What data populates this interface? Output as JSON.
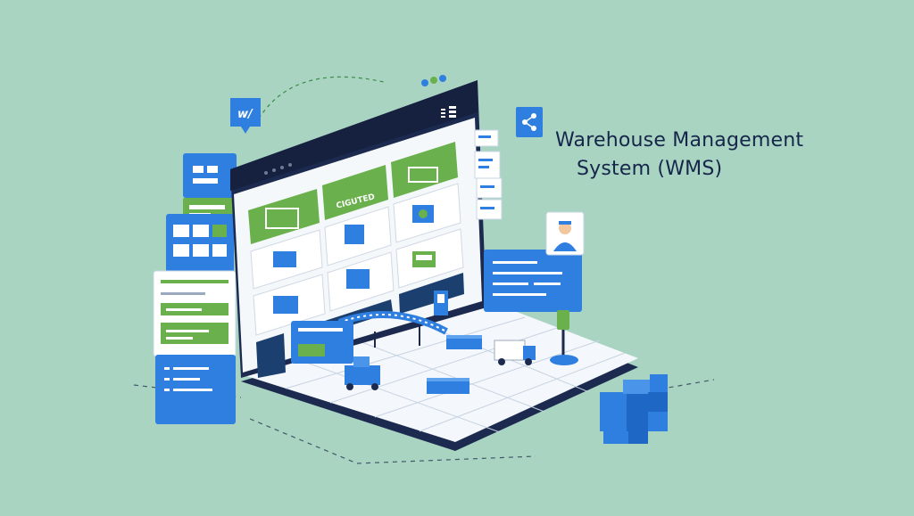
{
  "heading": {
    "line1": "Warehouse Management",
    "line2": "System (WMS)"
  },
  "tile_label": "CIGUTED",
  "icons": {
    "tag": "w/",
    "share": "share-icon"
  },
  "colors": {
    "background": "#a9d4c2",
    "navy": "#1b2a4e",
    "blue": "#2f7fe0",
    "green": "#6ab04c"
  }
}
